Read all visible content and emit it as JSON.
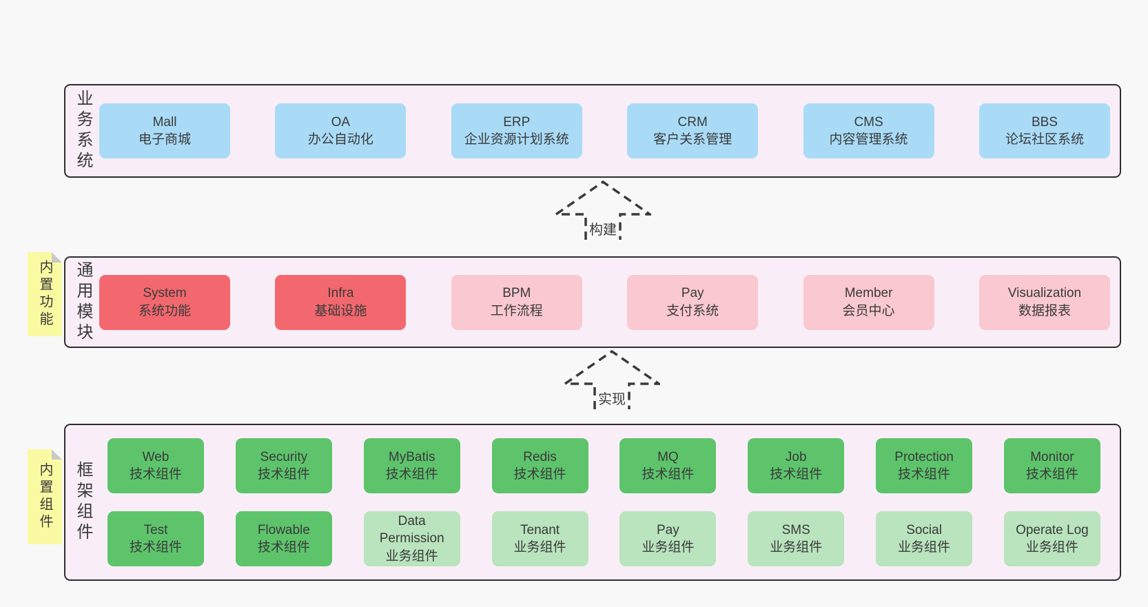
{
  "colors": {
    "canvas_bg": "#f8f8f9",
    "panel_bg": "#f9eef7",
    "panel_border": "#2d2d2d",
    "blue": "#a9dbf7",
    "red": "#f2686e",
    "pink": "#fac8d0",
    "green_dark": "#5dc46c",
    "green_light": "#b9e4bd",
    "sticky_yellow": "#fafaa3",
    "sticky_fold": "#c9c9c9",
    "text": "#3a3a3a"
  },
  "panels": {
    "business": {
      "label": "业务系统",
      "boxes": [
        {
          "name": "Mall",
          "desc": "电子商城"
        },
        {
          "name": "OA",
          "desc": "办公自动化"
        },
        {
          "name": "ERP",
          "desc": "企业资源计划系统"
        },
        {
          "name": "CRM",
          "desc": "客户关系管理"
        },
        {
          "name": "CMS",
          "desc": "内容管理系统"
        },
        {
          "name": "BBS",
          "desc": "论坛社区系统"
        }
      ]
    },
    "common": {
      "label": "通用模块",
      "sticky": "内置功能",
      "boxes": [
        {
          "name": "System",
          "desc": "系统功能"
        },
        {
          "name": "Infra",
          "desc": "基础设施"
        },
        {
          "name": "BPM",
          "desc": "工作流程"
        },
        {
          "name": "Pay",
          "desc": "支付系统"
        },
        {
          "name": "Member",
          "desc": "会员中心"
        },
        {
          "name": "Visualization",
          "desc": "数据报表"
        }
      ]
    },
    "framework": {
      "label": "框架组件",
      "sticky": "内置组件",
      "row1": [
        {
          "name": "Web",
          "desc": "技术组件"
        },
        {
          "name": "Security",
          "desc": "技术组件"
        },
        {
          "name": "MyBatis",
          "desc": "技术组件"
        },
        {
          "name": "Redis",
          "desc": "技术组件"
        },
        {
          "name": "MQ",
          "desc": "技术组件"
        },
        {
          "name": "Job",
          "desc": "技术组件"
        },
        {
          "name": "Protection",
          "desc": "技术组件"
        },
        {
          "name": "Monitor",
          "desc": "技术组件"
        }
      ],
      "row2": [
        {
          "name": "Test",
          "desc": "技术组件"
        },
        {
          "name": "Flowable",
          "desc": "技术组件"
        },
        {
          "name": "Data Permission",
          "desc": "业务组件"
        },
        {
          "name": "Tenant",
          "desc": "业务组件"
        },
        {
          "name": "Pay",
          "desc": "业务组件"
        },
        {
          "name": "SMS",
          "desc": "业务组件"
        },
        {
          "name": "Social",
          "desc": "业务组件"
        },
        {
          "name": "Operate Log",
          "desc": "业务组件"
        }
      ]
    }
  },
  "arrows": {
    "build": "构建",
    "implement": "实现"
  }
}
